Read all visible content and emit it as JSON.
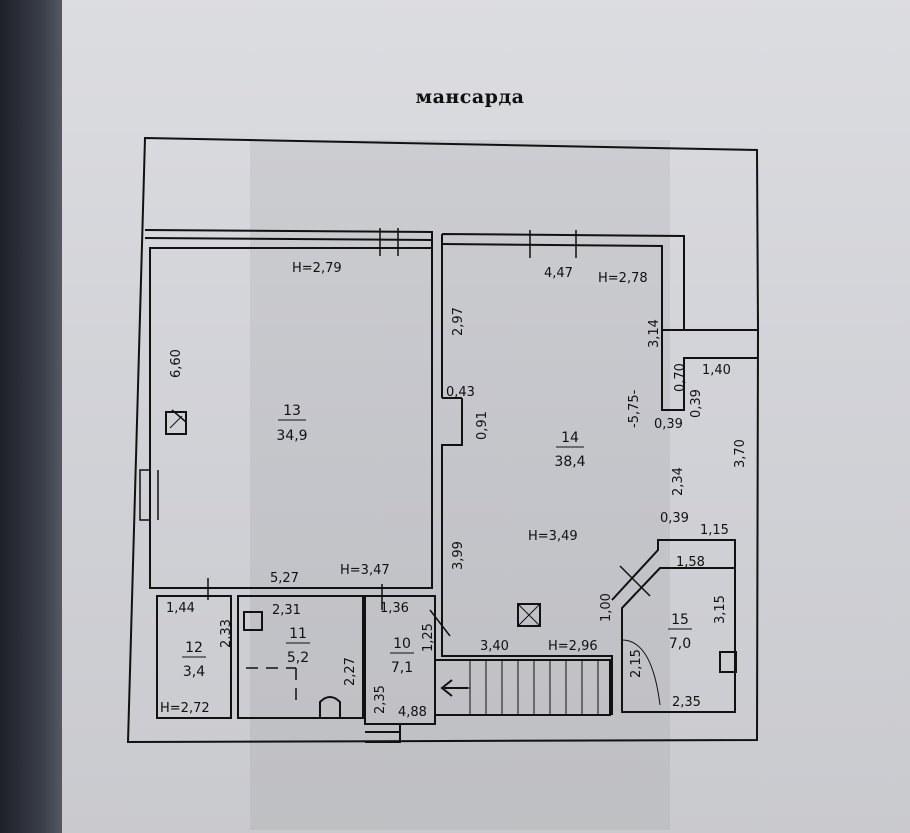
{
  "title": "мансарда",
  "rooms": [
    {
      "number": "13",
      "area": "34,9"
    },
    {
      "number": "14",
      "area": "38,4"
    },
    {
      "number": "15",
      "area": "7,0"
    },
    {
      "number": "12",
      "area": "3,4"
    },
    {
      "number": "11",
      "area": "5,2"
    },
    {
      "number": "10",
      "area": "7,1"
    }
  ],
  "heights": [
    "H=2,79",
    "H=2,78",
    "H=3,47",
    "H=3,49",
    "H=2,96",
    "H=2,72"
  ],
  "dimensions": [
    "6,60",
    "5,27",
    "4,47",
    "2,97",
    "3,14",
    "0,43",
    "0,91",
    "-5,75-",
    "0,70",
    "1,40",
    "0,39",
    "0,39",
    "3,70",
    "2,34",
    "0,39",
    "1,15",
    "1,58",
    "3,99",
    "3,15",
    "1,00",
    "3,40",
    "2,15",
    "2,35",
    "1,44",
    "2,33",
    "2,31",
    "1,36",
    "1,25",
    "2,27",
    "2,35",
    "4,88"
  ],
  "colors": {
    "line": "#111111",
    "paper": "#d6d7dc"
  }
}
